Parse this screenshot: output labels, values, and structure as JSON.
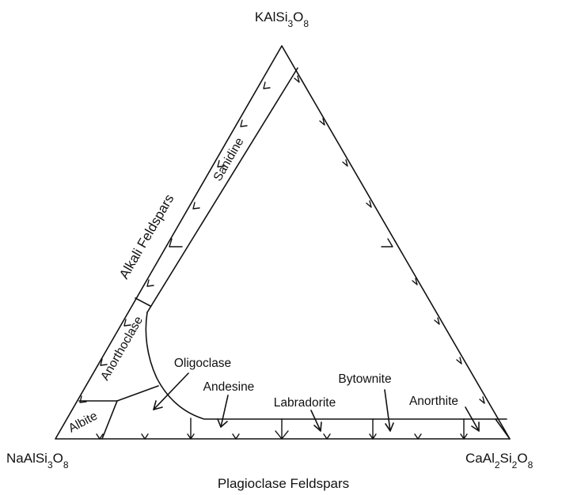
{
  "vertices": {
    "top": "KAlSi3O8",
    "left": "NaAlSi3O8",
    "right": "CaAl2Si2O8"
  },
  "series_labels": {
    "alkali": "Alkali Feldspars",
    "plagioclase": "Plagioclase Feldspars"
  },
  "regions": {
    "sanidine": "Sanidine",
    "anorthoclase": "Anorthoclase",
    "albite": "Albite",
    "oligoclase": "Oligoclase",
    "andesine": "Andesine",
    "labradorite": "Labradorite",
    "bytownite": "Bytownite",
    "anorthite": "Anorthite"
  }
}
